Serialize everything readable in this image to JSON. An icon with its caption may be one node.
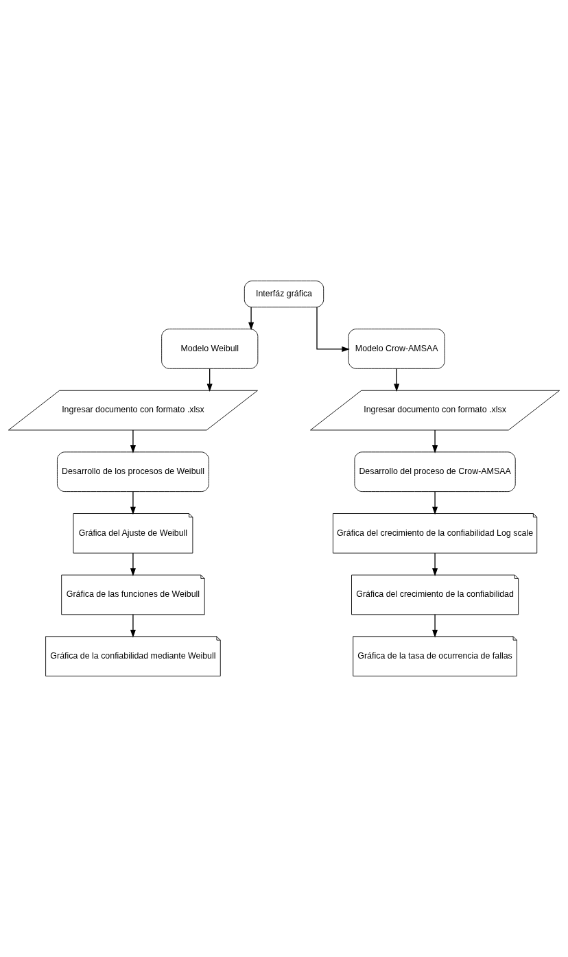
{
  "diagram": {
    "nodes": [
      {
        "text": [
          "Interfáz gráfica"
        ]
      },
      {
        "text": [
          "Modelo Weibull"
        ]
      },
      {
        "text": [
          "Ingresar documento con formato .xlsx"
        ]
      },
      {
        "text": [
          "Desarrollo de los procesos de Weibull"
        ]
      },
      {
        "text": [
          "Gráfica del Ajuste de Weibull"
        ]
      },
      {
        "text": [
          "Gráfica de las funciones de Weibull"
        ]
      },
      {
        "text": [
          "Gráfica de la confiabilidad mediante Weibull"
        ]
      },
      {
        "text": [
          "Modelo Crow-AMSAA"
        ]
      },
      {
        "text": [
          "Ingresar documento con formato .xlsx"
        ]
      },
      {
        "text": [
          "Desarrollo del proceso de Crow-AMSAA"
        ]
      },
      {
        "text": [
          "Gráfica del crecimiento de la confiabilidad Log scale"
        ]
      },
      {
        "text": [
          "Gráfica del crecimiento de la confiabilidad"
        ]
      },
      {
        "text": [
          "Gráfica de la tasa de ocurrencia de fallas"
        ]
      }
    ],
    "edges": [
      {
        "from": 0,
        "to": 1,
        "arrow": "to"
      },
      {
        "from": 0,
        "to": 7,
        "arrow": "to"
      },
      {
        "from": 1,
        "to": 2,
        "arrow": "to"
      },
      {
        "from": 2,
        "to": 3,
        "arrow": "to"
      },
      {
        "from": 3,
        "to": 4,
        "arrow": "to"
      },
      {
        "from": 4,
        "to": 5,
        "arrow": "to"
      },
      {
        "from": 5,
        "to": 6,
        "arrow": "to"
      },
      {
        "from": 7,
        "to": 8,
        "arrow": "to"
      },
      {
        "from": 8,
        "to": 9,
        "arrow": "to"
      },
      {
        "from": 9,
        "to": 10,
        "arrow": "to"
      },
      {
        "from": 10,
        "to": 11,
        "arrow": "to"
      },
      {
        "from": 11,
        "to": 12,
        "arrow": "to"
      }
    ]
  }
}
